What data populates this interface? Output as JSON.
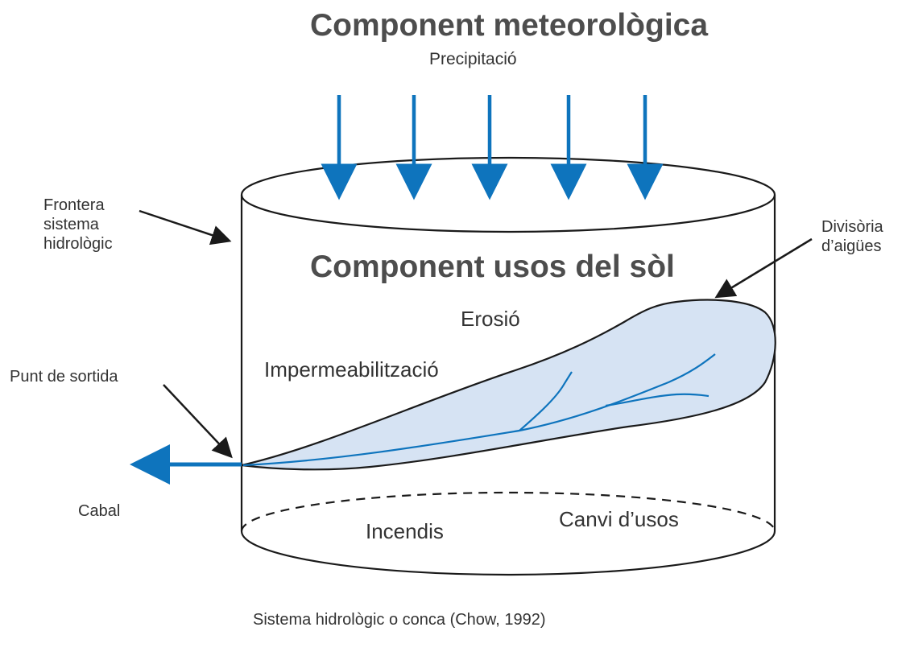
{
  "title": "Component meteorològica",
  "precipitation_label": "Precipitació",
  "boundary_label": "Frontera\nsistema\nhidrològic",
  "land_use_title": "Component usos del sòl",
  "watershed_divide_label": "Divisòria\nd’aigües",
  "erosion_label": "Erosió",
  "outlet_label": "Punt de sortida",
  "impermeabilization_label": "Impermeabilització",
  "flow_label": "Cabal",
  "fires_label": "Incendis",
  "land_use_change_label": "Canvi d’usos",
  "caption": "Sistema hidrològic o conca (Chow, 1992)",
  "colors": {
    "arrow_blue": "#0e74bd",
    "basin_fill": "#d6e3f3",
    "outline": "#1a1a1a",
    "text_dark": "#333333",
    "title_grey": "#4d4d4d"
  }
}
